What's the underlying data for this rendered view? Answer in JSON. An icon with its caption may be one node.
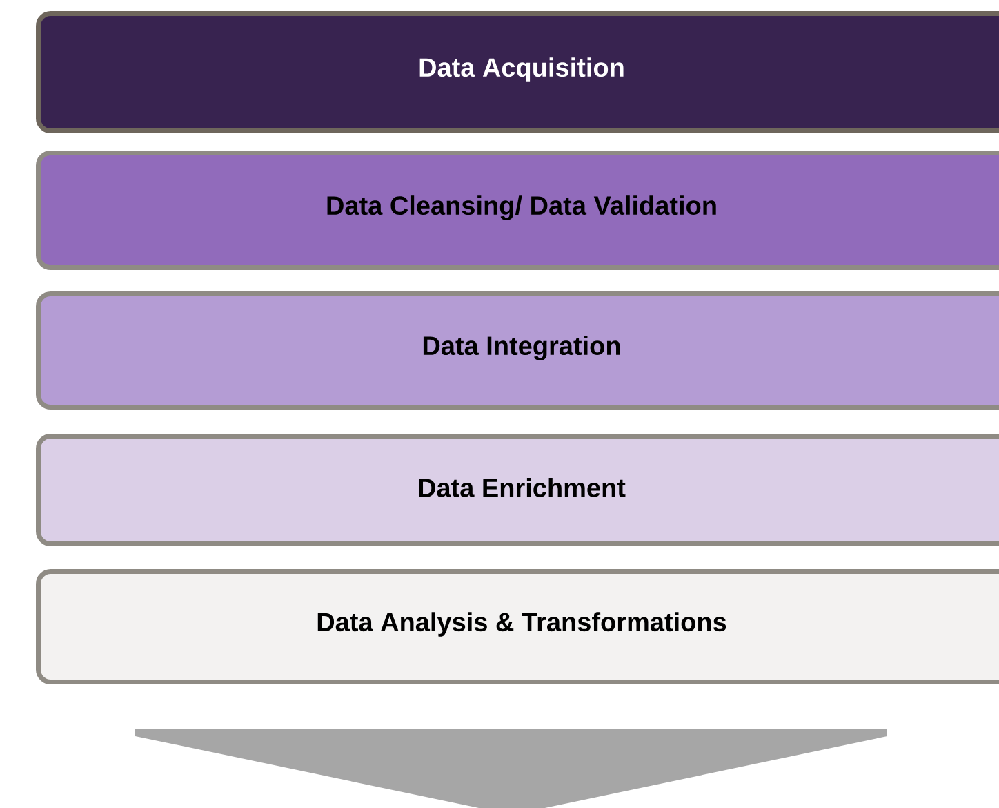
{
  "diagram": {
    "nodes": [
      {
        "text": [
          "Data Acquisition"
        ]
      },
      {
        "text": [
          "Data Cleansing/ Data Validation"
        ]
      },
      {
        "text": [
          "Data Integration"
        ]
      },
      {
        "text": [
          "Data Enrichment"
        ]
      },
      {
        "text": [
          "Data Analysis &  Transformations"
        ]
      }
    ]
  }
}
